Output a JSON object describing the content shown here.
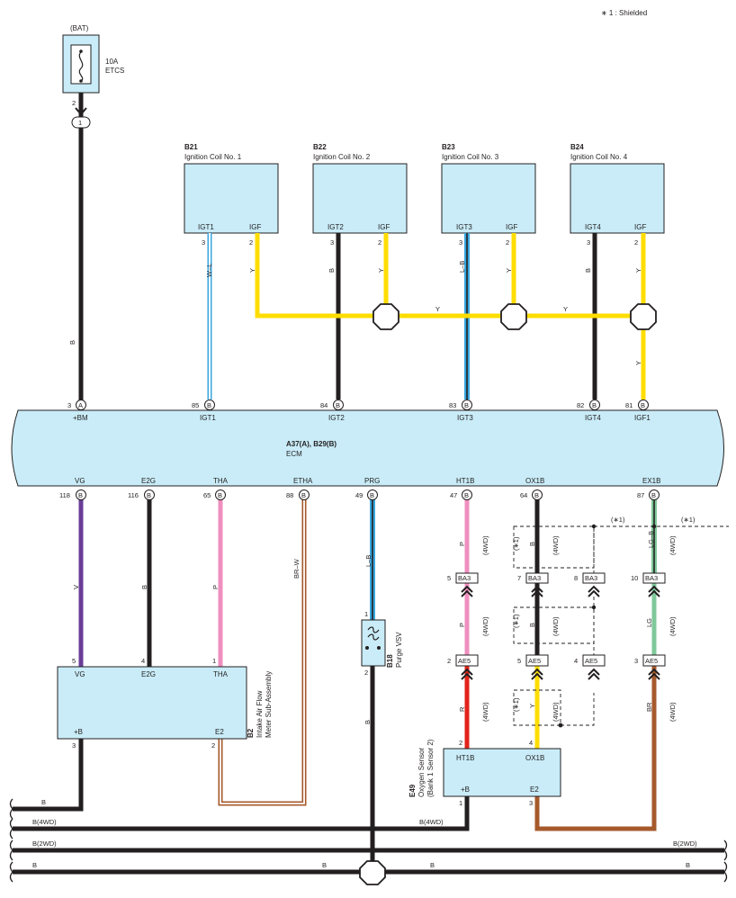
{
  "legend": "∗ 1 : Shielded",
  "fuse": {
    "bat": "(BAT)",
    "rating": "10A",
    "name": "ETCS",
    "pin_top": "2",
    "pin_conn": "1"
  },
  "ecm": {
    "code": "A37(A), B29(B)",
    "name": "ECM"
  },
  "ecm_top_pins": [
    {
      "num": "3",
      "conn": "A",
      "label": "+BM"
    },
    {
      "num": "85",
      "conn": "B",
      "label": "IGT1"
    },
    {
      "num": "84",
      "conn": "B",
      "label": "IGT2"
    },
    {
      "num": "83",
      "conn": "B",
      "label": "IGT3"
    },
    {
      "num": "82",
      "conn": "B",
      "label": "IGT4"
    },
    {
      "num": "81",
      "conn": "B",
      "label": "IGF1"
    }
  ],
  "ecm_bottom_pins": [
    {
      "num": "118",
      "conn": "B",
      "label": "VG"
    },
    {
      "num": "116",
      "conn": "B",
      "label": "E2G"
    },
    {
      "num": "65",
      "conn": "B",
      "label": "THA"
    },
    {
      "num": "88",
      "conn": "B",
      "label": "ETHA"
    },
    {
      "num": "49",
      "conn": "B",
      "label": "PRG"
    },
    {
      "num": "47",
      "conn": "B",
      "label": "HT1B"
    },
    {
      "num": "64",
      "conn": "B",
      "label": "OX1B"
    },
    {
      "num": "87",
      "conn": "B",
      "label": "EX1B"
    }
  ],
  "coils": [
    {
      "code": "B21",
      "name": "Ignition Coil No. 1",
      "igt": "IGT1",
      "igf": "IGF",
      "pin_igt": "3",
      "pin_igf": "2"
    },
    {
      "code": "B22",
      "name": "Ignition Coil No. 2",
      "igt": "IGT2",
      "igf": "IGF",
      "pin_igt": "3",
      "pin_igf": "2"
    },
    {
      "code": "B23",
      "name": "Ignition Coil No. 3",
      "igt": "IGT3",
      "igf": "IGF",
      "pin_igt": "3",
      "pin_igf": "2"
    },
    {
      "code": "B24",
      "name": "Ignition Coil No. 4",
      "igt": "IGT4",
      "igf": "IGF",
      "pin_igt": "3",
      "pin_igf": "2"
    }
  ],
  "wire_labels": {
    "bm": "B",
    "igt1": "W–L",
    "igt2": "B",
    "igt3": "L–B",
    "igt4": "B",
    "igf1": "Y",
    "igf2": "Y",
    "igf3": "Y",
    "igf4": "Y",
    "igf_bus_a": "Y",
    "igf_bus_b": "Y",
    "igf_down": "Y",
    "vg": "V",
    "e2g": "B",
    "tha": "P",
    "etha": "BR–W",
    "prg": "L–B",
    "prg_gnd": "B",
    "ht_top": "P",
    "ht_mid": "P",
    "ht_bot": "R",
    "ox_top": "B",
    "ox_mid": "B",
    "ox_bot": "Y",
    "ex_top": "LG–B",
    "ex_mid": "LG",
    "ex_bot": "BR",
    "maf_gnd": "B",
    "fourwd": "(4WD)",
    "shield": "(∗1)"
  },
  "connectors": {
    "ba3": "BA3",
    "ae5": "AE5",
    "pins": {
      "ht_ba3": "5",
      "ox_ba3": "7",
      "sp_ba3": "8",
      "ex_ba3": "10",
      "ht_ae5": "2",
      "ox_ae5": "5",
      "sp_ae5": "4",
      "ex_ae5": "3"
    }
  },
  "maf": {
    "code": "B2",
    "name1": "Intake Air Flow",
    "name2": "Meter Sub-Assembly",
    "vg": "VG",
    "e2g": "E2G",
    "tha": "THA",
    "plus_b": "+B",
    "e2": "E2",
    "pin_vg": "5",
    "pin_e2g": "4",
    "pin_tha": "1",
    "pin_plus_b": "3",
    "pin_e2": "2"
  },
  "vsv": {
    "code": "B18",
    "name": "Purge VSV",
    "pin1": "1",
    "pin2": "2"
  },
  "o2": {
    "code": "E49",
    "name1": "Oxygen Sensor",
    "name2": "(Bank 1 Sensor 2)",
    "ht": "HT1B",
    "ox": "OX1B",
    "plus_b": "+B",
    "e2": "E2",
    "pin_ht": "2",
    "pin_ox": "4",
    "pin_plus_b": "1",
    "pin_e2": "3"
  },
  "buses": [
    {
      "label_left": "B",
      "label_right": ""
    },
    {
      "label_left": "B(4WD)",
      "label_right": "B(4WD)"
    },
    {
      "label_left": "B(2WD)",
      "label_right": "B(2WD)"
    },
    {
      "label_left": "B",
      "label_mid_left": "B",
      "label_mid_right": "B",
      "label_right": "B"
    }
  ],
  "colors": {
    "black": "#231f20",
    "yellow": "#ffdd00",
    "violet": "#6a3d98",
    "pink": "#ef8fbf",
    "red": "#e2231a",
    "brown": "#a65a2c",
    "lightgreen": "#7fc89a",
    "blue": "#3aa7de",
    "body": "#c9ecf8"
  }
}
